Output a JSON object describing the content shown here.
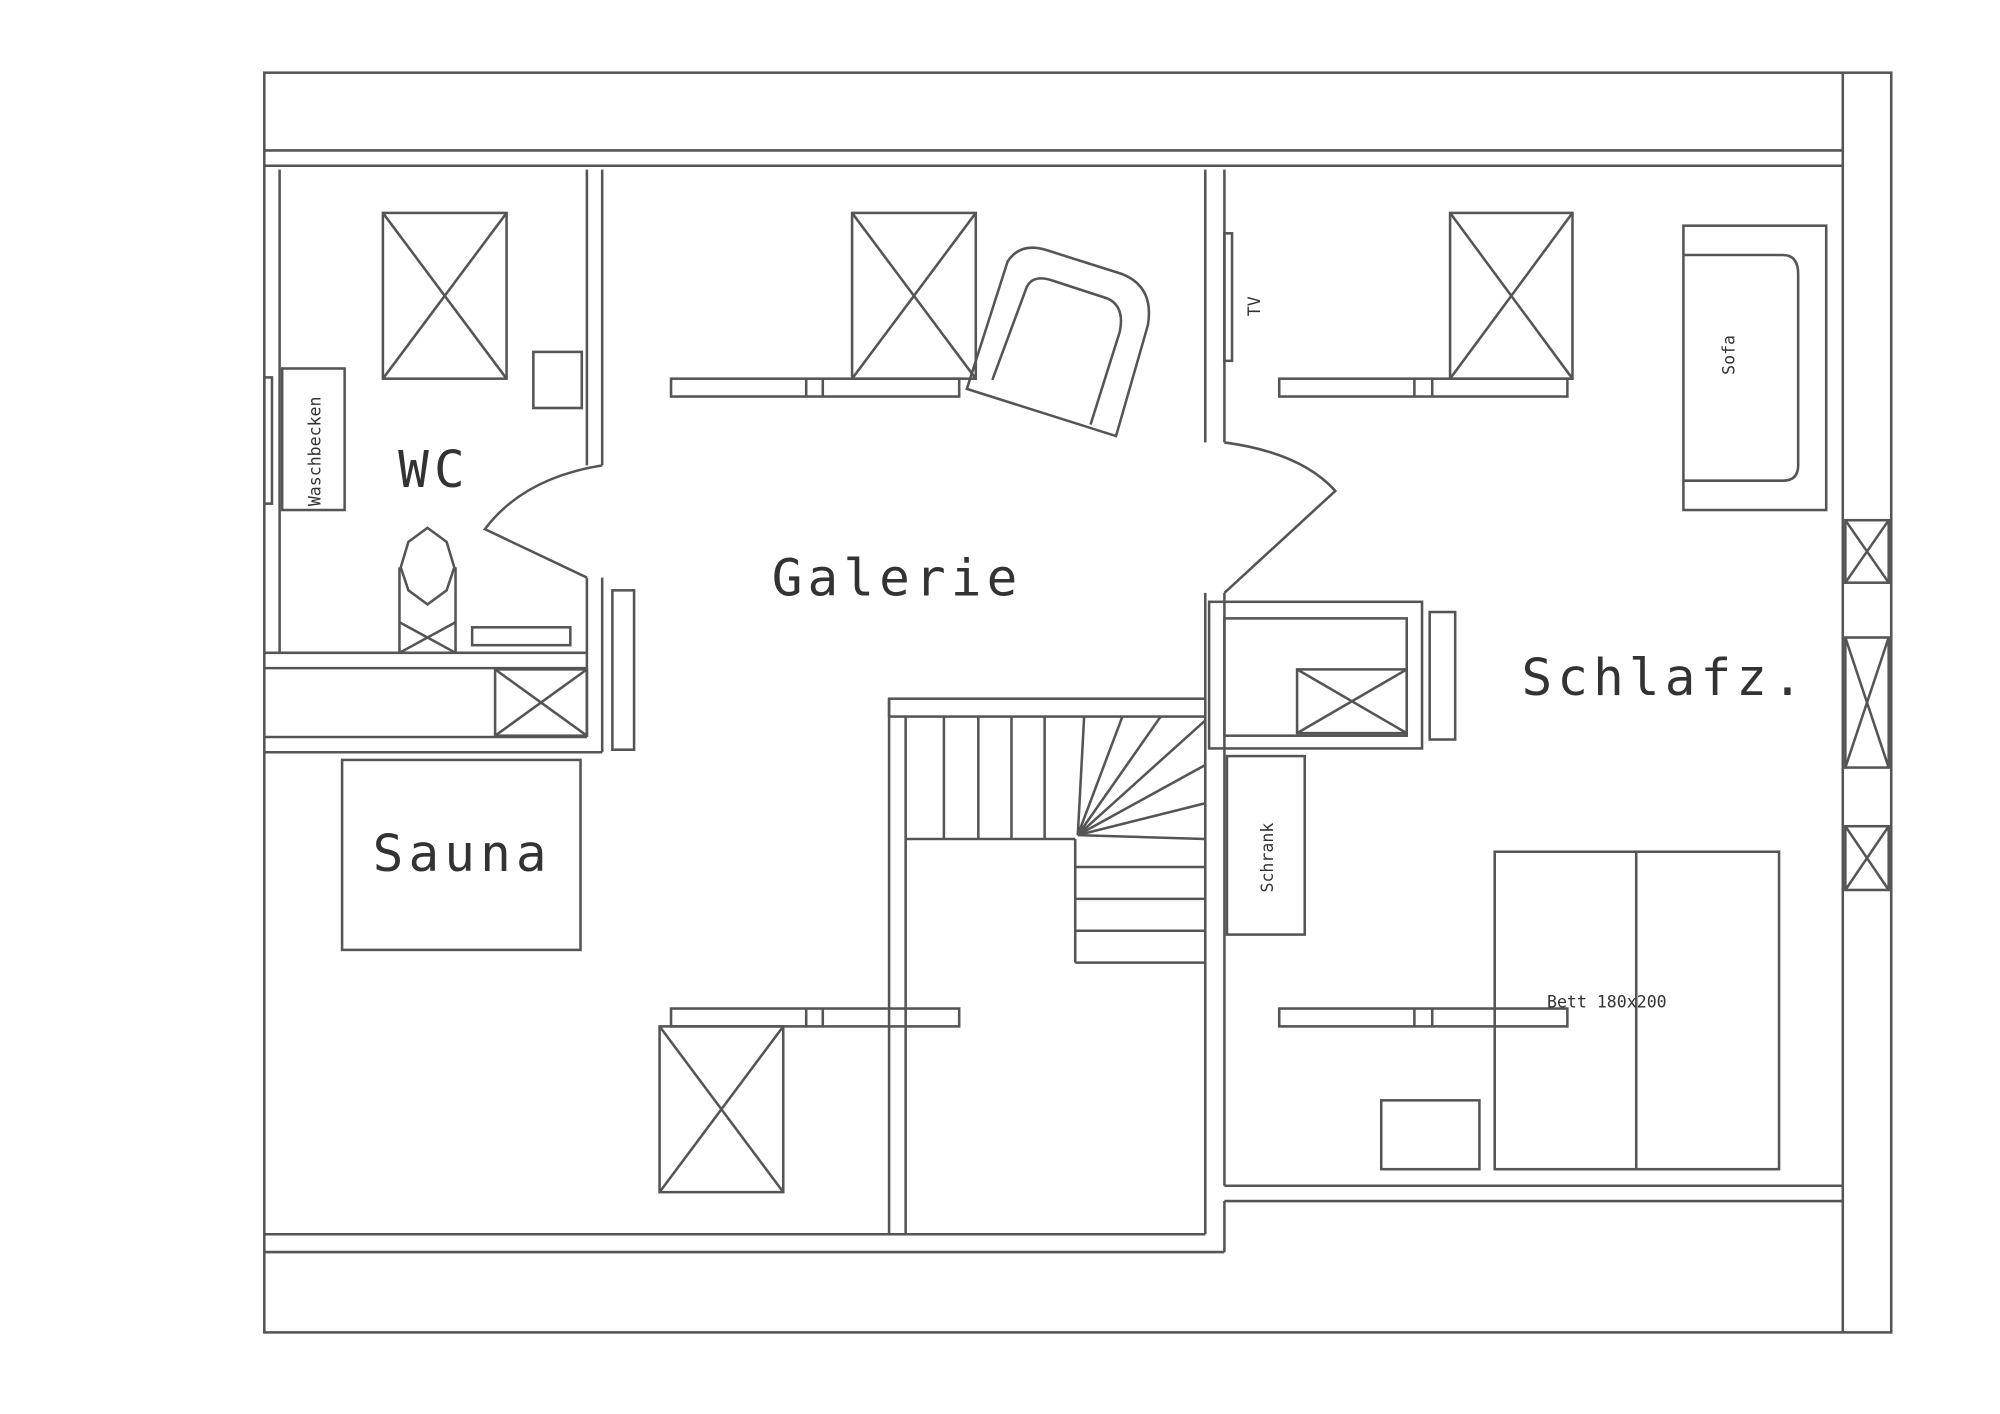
{
  "rooms": {
    "wc": "WC",
    "galerie": "Galerie",
    "sauna": "Sauna",
    "schlafzimmer": "Schlafz."
  },
  "furniture": {
    "waschbecken": "Waschbecken",
    "tv": "TV",
    "sofa": "Sofa",
    "schrank": "Schrank",
    "bett": "Bett 180x200"
  }
}
